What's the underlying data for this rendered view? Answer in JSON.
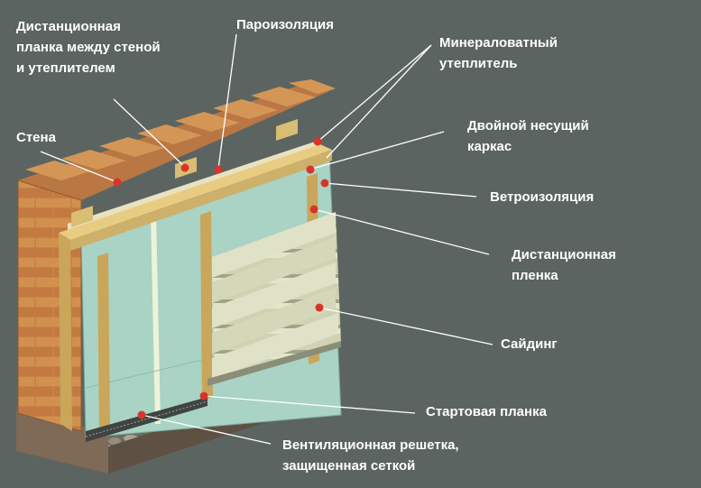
{
  "labels": {
    "spacer": [
      "Дистанционная",
      "планка между стеной",
      "и утеплителем"
    ],
    "vapor": "Пароизоляция",
    "wall": "Стена",
    "mineral": [
      "Минераловатный",
      "утеплитель"
    ],
    "frame": [
      "Двойной несущий",
      "каркас"
    ],
    "wind": "Ветроизоляция",
    "distance": [
      "Дистанционная",
      "пленка"
    ],
    "siding": "Сайдинг",
    "starter": "Стартовая планка",
    "vent": [
      "Вентиляционная решетка,",
      "защищенная сеткой"
    ]
  },
  "colors": {
    "background": "#5b6460",
    "brick": "#c8824a",
    "wood": "#dcc17a",
    "insulation": "#a9d3c4",
    "siding": "#cfd3b3",
    "marker": "#d8342a",
    "leader": "#ffffff"
  }
}
